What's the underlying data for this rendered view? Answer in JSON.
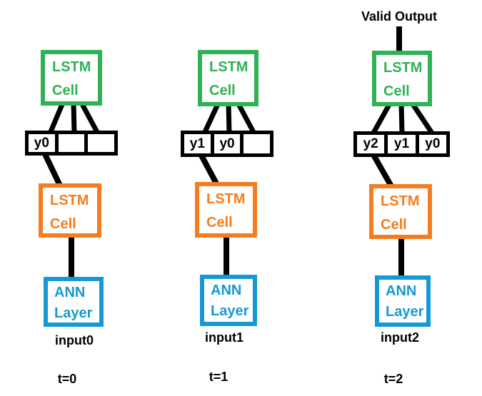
{
  "colors": {
    "green": "#2FB254",
    "orange": "#F57D20",
    "blue": "#1499D4",
    "line": "#000000",
    "text": "#000000",
    "bg": "#FFFFFF"
  },
  "valid_output_label": "Valid Output",
  "columns": [
    {
      "time_label": "t=0",
      "input_label": "input0",
      "top_lstm": {
        "line1": "LSTM",
        "line2": "Cell"
      },
      "buffer_cells": [
        "y0",
        "",
        ""
      ],
      "bottom_lstm": {
        "line1": "LSTM",
        "line2": "Cell"
      },
      "ann_layer": {
        "line1": "ANN",
        "line2": "Layer"
      }
    },
    {
      "time_label": "t=1",
      "input_label": "input1",
      "top_lstm": {
        "line1": "LSTM",
        "line2": "Cell"
      },
      "buffer_cells": [
        "y1",
        "y0",
        ""
      ],
      "bottom_lstm": {
        "line1": "LSTM",
        "line2": "Cell"
      },
      "ann_layer": {
        "line1": "ANN",
        "line2": "Layer"
      }
    },
    {
      "time_label": "t=2",
      "input_label": "input2",
      "top_lstm": {
        "line1": "LSTM",
        "line2": "Cell"
      },
      "buffer_cells": [
        "y2",
        "y1",
        "y0"
      ],
      "bottom_lstm": {
        "line1": "LSTM",
        "line2": "Cell"
      },
      "ann_layer": {
        "line1": "ANN",
        "line2": "Layer"
      }
    }
  ]
}
